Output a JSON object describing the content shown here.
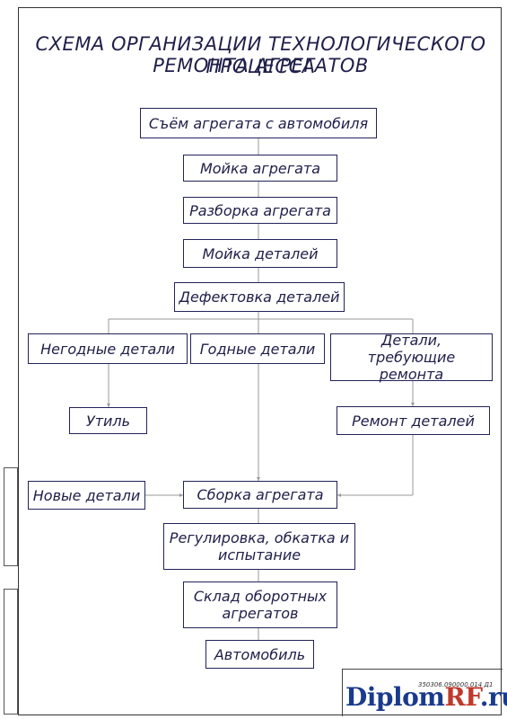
{
  "title": {
    "line1": "СХЕМА ОРГАНИЗАЦИИ ТЕХНОЛОГИЧЕСКОГО ПРОЦЕССА",
    "line2": "РЕМОНТА АГРЕГАТОВ"
  },
  "steps": {
    "removal": "Съём агрегата с автомобиля",
    "wash_unit": "Мойка агрегата",
    "disassembly": "Разборка агрегата",
    "wash_parts": "Мойка деталей",
    "defect": "Дефектовка деталей",
    "unfit": "Негодные детали",
    "fit": "Годные детали",
    "need_repair_1": "Детали,",
    "need_repair_2": "требующие ремонта",
    "scrap": "Утиль",
    "repair": "Ремонт деталей",
    "new_parts": "Новые детали",
    "assembly": "Сборка агрегата",
    "adjust_1": "Регулировка, обкатка и",
    "adjust_2": "испытание",
    "warehouse_1": "Склад оборотных",
    "warehouse_2": "агрегатов",
    "vehicle": "Автомобиль"
  },
  "stamp": {
    "code": "350306.090000.014 Д1"
  },
  "watermark": {
    "part1": "Diplom",
    "part2": "RF",
    "part3": ".ru"
  },
  "colors": {
    "ink": "#1f1f4a",
    "line": "#999999"
  }
}
